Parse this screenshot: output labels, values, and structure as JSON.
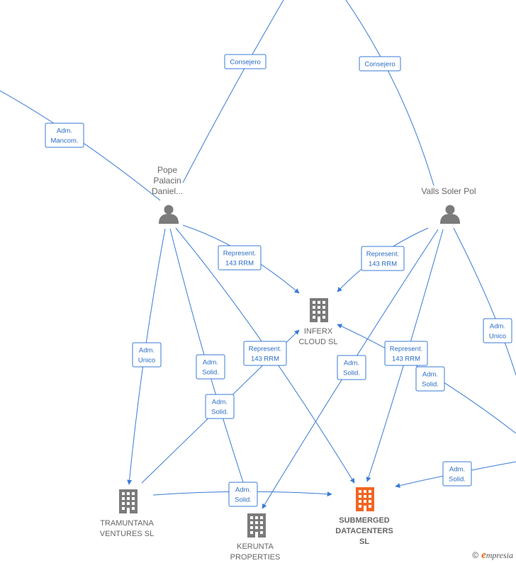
{
  "nodes": {
    "person_pope": {
      "label_lines": [
        "Pope",
        "Palacin",
        "Daniel..."
      ]
    },
    "person_valls": {
      "label_lines": [
        "Valls Soler Pol"
      ]
    },
    "company_inferx": {
      "label_lines": [
        "INFERX",
        "CLOUD SL"
      ]
    },
    "company_tramuntana": {
      "label_lines": [
        "TRAMUNTANA",
        "VENTURES SL"
      ]
    },
    "company_kerunta": {
      "label_lines": [
        "KERUNTA",
        "PROPERTIES"
      ]
    },
    "company_submerged": {
      "label_lines": [
        "SUBMERGED",
        "DATACENTERS",
        "SL"
      ]
    }
  },
  "edge_labels": [
    [
      "Consejero"
    ],
    [
      "Consejero"
    ],
    [
      "Adm.",
      "Mancom."
    ],
    [
      "Represent.",
      "143 RRM"
    ],
    [
      "Represent.",
      "143 RRM"
    ],
    [
      "Adm.",
      "Unico"
    ],
    [
      "Adm.",
      "Solid."
    ],
    [
      "Represent.",
      "143 RRM"
    ],
    [
      "Adm.",
      "Solid."
    ],
    [
      "Adm.",
      "Solid."
    ],
    [
      "Represent.",
      "143 RRM"
    ],
    [
      "Adm.",
      "Solid."
    ],
    [
      "Adm.",
      "Unico"
    ],
    [
      "Adm.",
      "Solid."
    ],
    [
      "Adm.",
      "Solid."
    ]
  ],
  "colors": {
    "edge": "#3a7bd5",
    "node_gray": "#7b7b7b",
    "node_highlight": "#f26522"
  },
  "watermark": {
    "copyright": "©",
    "brand_initial": "e",
    "brand_rest": "mpresia"
  }
}
